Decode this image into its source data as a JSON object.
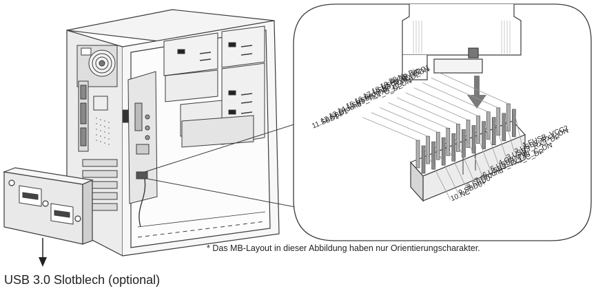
{
  "footnote": "* Das MB-Layout in dieser Abbildung haben nur Orientierungscharakter.",
  "caption": "USB 3.0 Slotblech (optional)",
  "pins_left": [
    "20.No Pin",
    "19.FUSB_VCC1",
    "18.USB3_RX4_DN",
    "17.USB3_RX4_DP",
    "16.Ground",
    "15.USB3_TX4_C_DN",
    "14.USB3_TX4_C_DP",
    "13.Ground",
    "12.SBD1-",
    "11.SBD1+"
  ],
  "pins_right": [
    "1.FUSB_VCC2",
    "2.USB3_RX3_DN",
    "3.USB3_RX3_DP",
    "4.Ground",
    "5.USB3_TX3_C_DN",
    "6.USB3_TX3_C_DP",
    "7.Ground",
    "8.SBD0-",
    "9.SBD0+",
    "10.NC"
  ],
  "colors": {
    "outline": "#3a3a3a",
    "panel": "#e9e9e9",
    "dark": "#555555"
  }
}
